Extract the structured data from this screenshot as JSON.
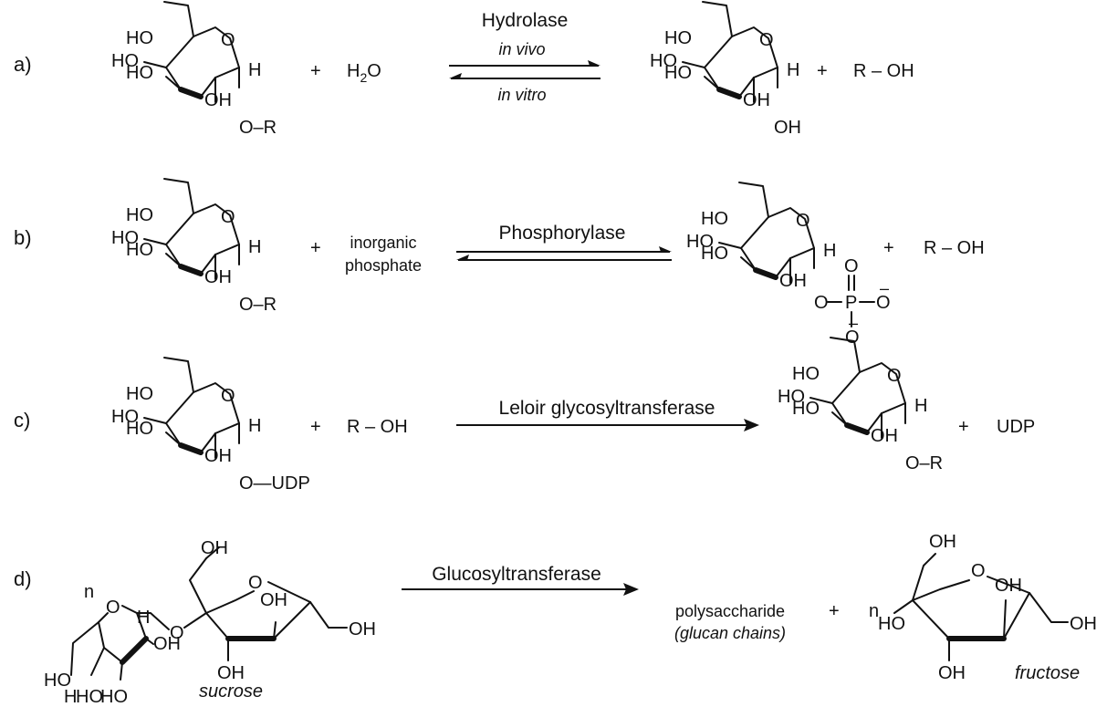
{
  "rows": {
    "a": {
      "label": "a)",
      "plus1": "+",
      "reagent": "H",
      "reagent_sub": "2",
      "reagent_tail": "O",
      "enzyme": "Hydrolase",
      "forward_note": "in vivo",
      "reverse_note": "in vitro",
      "plus2": "+",
      "product2": "R – OH",
      "substrate_tail": "O–R"
    },
    "b": {
      "label": "b)",
      "plus1": "+",
      "reagent_line1": "inorganic",
      "reagent_line2": "phosphate",
      "enzyme": "Phosphorylase",
      "plus2": "+",
      "product2": "R – OH",
      "substrate_tail": "O–R"
    },
    "c": {
      "label": "c)",
      "plus1": "+",
      "reagent": "R – OH",
      "enzyme": "Leloir glycosyltransferase",
      "plus2": "+",
      "product2": "UDP",
      "substrate_tail": "O—UDP",
      "product_tail": "O–R"
    },
    "d": {
      "label": "d)",
      "n1": "n",
      "substrate_name": "sucrose",
      "enzyme": "Glucosyltransferase",
      "product1_line1": "polysaccharide",
      "product1_line2": "(glucan chains)",
      "plus": "+",
      "n2": "n",
      "product2_name": "fructose"
    }
  },
  "atoms": {
    "HO": "HO",
    "OH": "OH",
    "O": "O",
    "H": "H",
    "P": "P",
    "minus": "–"
  }
}
